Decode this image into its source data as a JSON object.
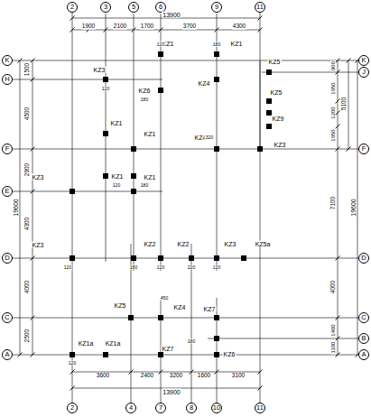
{
  "diagram": {
    "nodes": [
      {
        "text": [
          "2"
        ]
      },
      {
        "text": [
          "3"
        ]
      },
      {
        "text": [
          "5"
        ]
      },
      {
        "text": [
          "6"
        ]
      },
      {
        "text": [
          "9"
        ]
      },
      {
        "text": [
          "11"
        ]
      },
      {
        "text": [
          "K"
        ]
      },
      {
        "text": [
          "K"
        ]
      },
      {
        "text": [
          "J"
        ]
      },
      {
        "text": [
          "H"
        ]
      },
      {
        "text": [
          "F"
        ]
      },
      {
        "text": [
          "F"
        ]
      },
      {
        "text": [
          "E"
        ]
      },
      {
        "text": [
          "D"
        ]
      },
      {
        "text": [
          "D"
        ]
      },
      {
        "text": [
          "C"
        ]
      },
      {
        "text": [
          "C"
        ]
      },
      {
        "text": [
          "B"
        ]
      },
      {
        "text": [
          "A"
        ]
      },
      {
        "text": [
          "A"
        ]
      },
      {
        "text": [
          "2"
        ]
      },
      {
        "text": [
          "4"
        ]
      },
      {
        "text": [
          "7"
        ]
      },
      {
        "text": [
          "8"
        ]
      },
      {
        "text": [
          "10"
        ]
      },
      {
        "text": [
          "11"
        ]
      }
    ],
    "edges": [
      {
        "from": 0,
        "to": 20,
        "arrow": "none"
      },
      {
        "from": 5,
        "to": 25,
        "arrow": "none"
      },
      {
        "from": 6,
        "to": 7,
        "arrow": "none"
      },
      {
        "from": 10,
        "to": 11,
        "arrow": "none"
      },
      {
        "from": 13,
        "to": 14,
        "arrow": "none"
      },
      {
        "from": 15,
        "to": 16,
        "arrow": "none"
      },
      {
        "from": 18,
        "to": 19,
        "arrow": "none"
      }
    ],
    "labels": [
      "13900",
      "1900",
      "2100",
      "1700",
      "3700",
      "4300",
      "13900",
      "3600",
      "2400",
      "3200",
      "1600",
      "3100",
      "19600",
      "1500",
      "4500",
      "2900",
      "4300",
      "4000",
      "2500",
      "900",
      "1650",
      "1200",
      "1650",
      "5100",
      "7100",
      "19600",
      "4000",
      "1400",
      "1100",
      "KZ1",
      "KZ1",
      "KZ3",
      "KZ6",
      "KZ4",
      "KZ5",
      "KZ5",
      "KZ9",
      "KZ3",
      "KZ1",
      "KZ1",
      "KZ4",
      "KZ3",
      "KZ1",
      "KZ1",
      "KZ3",
      "KZ2",
      "KZ2",
      "KZ3",
      "KZ5a",
      "KZ5",
      "KZ4",
      "KZ7",
      "KZ1a",
      "KZ1a",
      "KZ7",
      "KZ6",
      "120",
      "180",
      "120",
      "180",
      "320",
      "120",
      "180",
      "120",
      "180",
      "120",
      "220",
      "120",
      "450",
      "180",
      "120"
    ]
  }
}
